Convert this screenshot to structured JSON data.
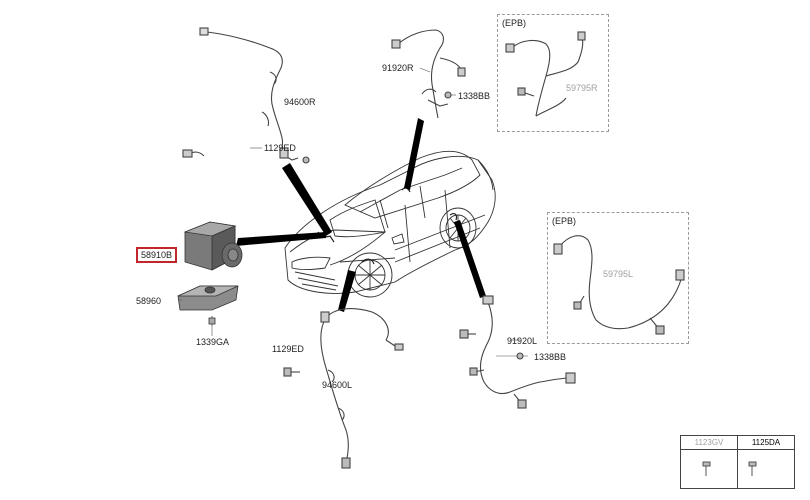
{
  "labels": {
    "sensor_front_right": "94600R",
    "sensor_front_left": "94600L",
    "bolt_front_right": "1129ED",
    "bolt_front_left": "1129ED",
    "hydraulic_unit": "58910B",
    "bracket": "58960",
    "bracket_bolt": "1339GA",
    "sensor_rear_right": "91920R",
    "sensor_rear_left": "91920L",
    "screw_rear_right": "1338BB",
    "screw_rear_left": "1338BB",
    "epb_cable_right": "59795R",
    "epb_cable_left": "59795L"
  },
  "epb": {
    "top_title": "(EPB)",
    "bottom_title": "(EPB)"
  },
  "fasteners_table": {
    "col1": "1123GV",
    "col2": "1125DA"
  },
  "colors": {
    "highlight": "#c0262c",
    "line": "#333333",
    "grey_text": "#a0a0a0"
  }
}
